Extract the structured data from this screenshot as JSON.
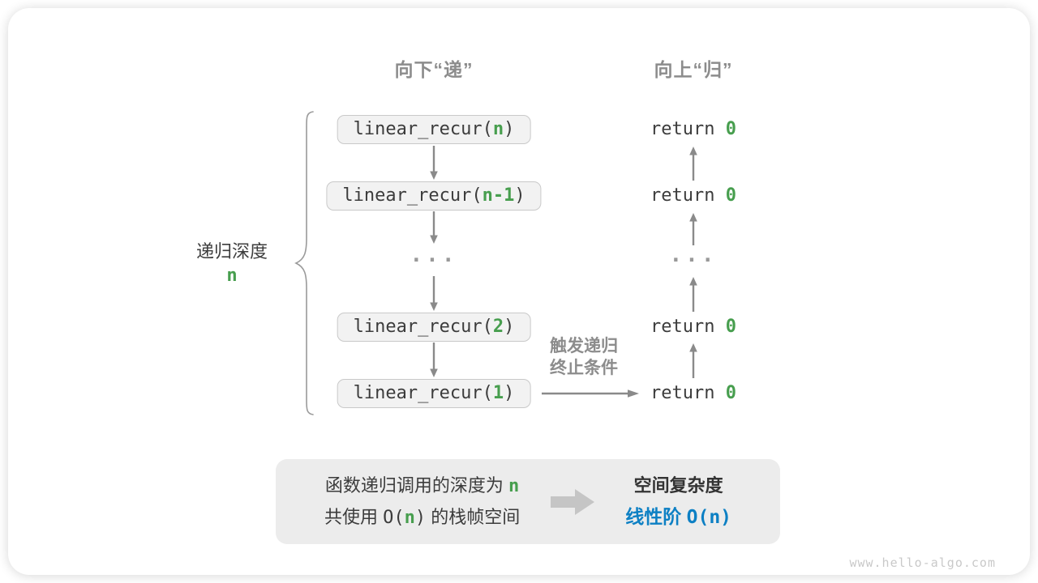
{
  "headers": {
    "descend": "向下“递”",
    "ascend": "向上“归”"
  },
  "depth": {
    "label": "递归深度",
    "value": "n"
  },
  "calls": {
    "box_n": {
      "pre": "linear_recur(",
      "arg": "n",
      "post": ")"
    },
    "box_n1": {
      "pre": "linear_recur(",
      "arg": "n-1",
      "post": ")"
    },
    "ellipsis": "...",
    "box_2": {
      "pre": "linear_recur(",
      "arg": "2",
      "post": ")"
    },
    "box_1": {
      "pre": "linear_recur(",
      "arg": "1",
      "post": ")"
    }
  },
  "returns": {
    "pre": "return ",
    "value": "0",
    "ellipsis": "..."
  },
  "trigger": {
    "line1": "触发递归",
    "line2": "终止条件"
  },
  "summary": {
    "line1_text": "函数递归调用的深度为 ",
    "line1_value": "n",
    "line2_pre": "共使用 ",
    "line2_o_open": "O(",
    "line2_n": "n",
    "line2_o_close": ")",
    "line2_post": " 的栈帧空间",
    "result_title": "空间复杂度",
    "result_pre": "线性阶 ",
    "result_value": "O(n)"
  },
  "watermark": "www.hello-algo.com",
  "colors": {
    "accent_green": "#479e4e",
    "accent_blue": "#0d80c4",
    "label_gray": "#8c8c8c",
    "arrow_gray": "#8a8a8a",
    "box_fill": "#f2f2f2",
    "box_border": "#c9c9c9",
    "summary_fill": "#ececec",
    "text_dark": "#3c3c3c"
  }
}
